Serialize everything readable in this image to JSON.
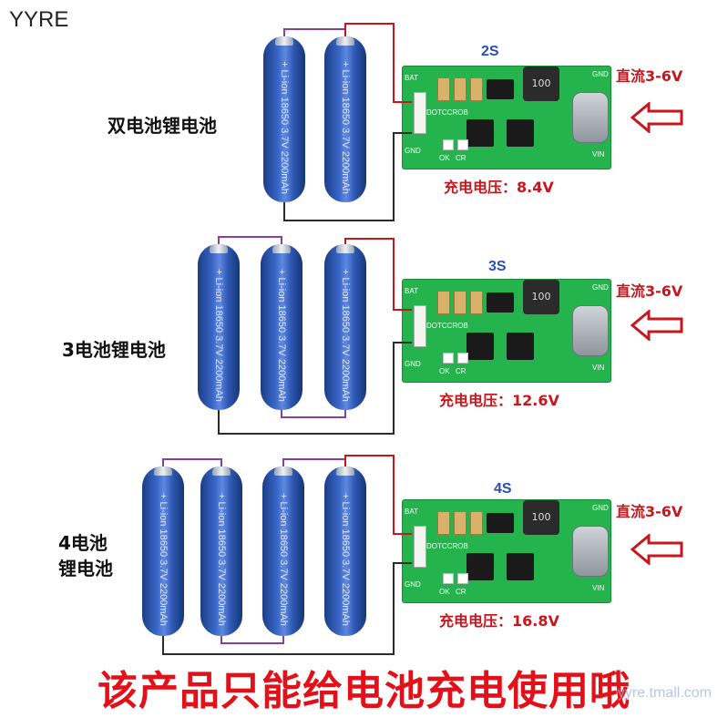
{
  "brand": "YYRE",
  "rows": [
    {
      "side_label": "双电池锂电池",
      "series_label": "2S",
      "input_label": "直流3-6V",
      "charge_label": "充电电压：8.4V",
      "battery_text": "+ Li-ion 18650 3.7V 2200mAh",
      "battery_count": 2
    },
    {
      "side_label": "3电池锂电池",
      "series_label": "3S",
      "input_label": "直流3-6V",
      "charge_label": "充电电压：12.6V",
      "battery_text": "+ Li-ion 18650 3.7V 2200mAh",
      "battery_count": 3
    },
    {
      "side_label_line1": "4电池",
      "side_label_line2": "锂电池",
      "series_label": "4S",
      "input_label": "直流3-6V",
      "charge_label": "充电电压：16.8V",
      "battery_text": "+ Li-ion 18650 3.7V 2200mAh",
      "battery_count": 4
    }
  ],
  "pcb": {
    "bat": "BAT",
    "gnd": "GND",
    "vin": "VIN",
    "ok": "OK",
    "cr": "CR",
    "dcc": "DOTCCROB",
    "inductor": "100"
  },
  "footer": "该产品只能给电池充电使用哦",
  "watermark": "yyre.tmall.com",
  "colors": {
    "wire_red": "#c8161d",
    "wire_purple": "#8a3fa0",
    "wire_dark": "#2b2b2b",
    "title_blue": "#2a4fb5",
    "text_red": "#c8161d",
    "footer_red": "#e3101a"
  }
}
